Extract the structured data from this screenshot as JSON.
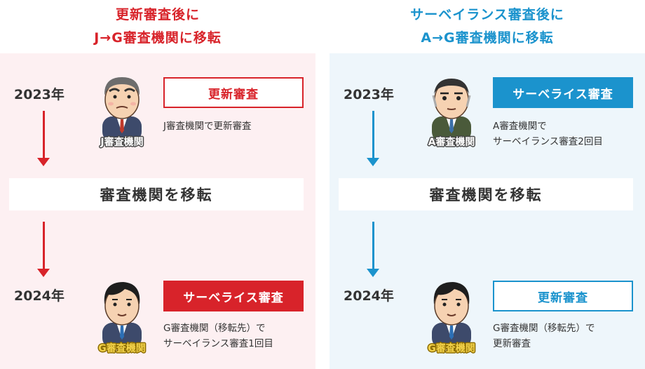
{
  "left": {
    "title_line1": "更新審査後に",
    "title_line2": "J→G審査機関に移転",
    "color": "#d8232a",
    "step1": {
      "year": "2023年",
      "person_label": "J審査機関",
      "tag": "更新審査",
      "desc_line1": "J審査機関で更新審査",
      "desc_line2": ""
    },
    "band": "審査機関を移転",
    "step2": {
      "year": "2024年",
      "person_label": "G審査機関",
      "tag": "サーベライス審査",
      "desc_line1": "G審査機関（移転先）で",
      "desc_line2": "サーベイランス審査1回目"
    }
  },
  "right": {
    "title_line1": "サーベイランス審査後に",
    "title_line2": "A→G審査機関に移転",
    "color": "#1b93cd",
    "step1": {
      "year": "2023年",
      "person_label": "A審査機関",
      "tag": "サーベライス審査",
      "desc_line1": "A審査機関で",
      "desc_line2": "サーベイランス審査2回目"
    },
    "band": "審査機関を移転",
    "step2": {
      "year": "2024年",
      "person_label": "G審査機関",
      "tag": "更新審査",
      "desc_line1": "G審査機関（移転先）で",
      "desc_line2": "更新審査"
    }
  },
  "icons": {
    "person_1": "older-auditor-icon",
    "person_2": "young-auditor-icon"
  }
}
